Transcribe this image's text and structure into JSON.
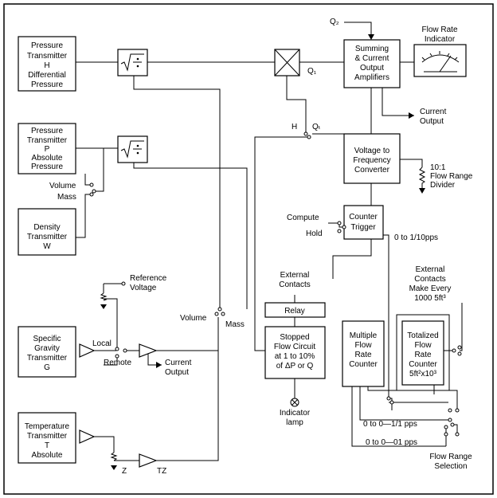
{
  "blocks": {
    "pressure_h": [
      "Pressure",
      "Transmitter",
      "H",
      "Differential",
      "Pressure"
    ],
    "pressure_p": [
      "Pressure",
      "Transmitter",
      "P",
      "Absolute",
      "Pressure"
    ],
    "density": [
      "Density",
      "Transmitter",
      "W"
    ],
    "specific_gravity": [
      "Specific",
      "Gravity",
      "Transmitter",
      "G"
    ],
    "temperature": [
      "Temperature",
      "Transmitter",
      "T",
      "Absolute"
    ],
    "summing": [
      "Summing",
      "& Current",
      "Output",
      "Amplifiers"
    ],
    "vtof": [
      "Voltage to",
      "Frequency",
      "Converter"
    ],
    "counter_trigger": [
      "Counter",
      "Trigger"
    ],
    "relay": "Relay",
    "stopped_flow": [
      "Stopped",
      "Flow Circuit",
      "at 1 to 10%",
      "of ΔP or Q"
    ],
    "multiple_flow": [
      "Multiple",
      "Flow",
      "Rate",
      "Counter"
    ],
    "totalized": [
      "Totalized",
      "Flow",
      "Rate",
      "Counter",
      "5ft²x10³"
    ]
  },
  "labels": {
    "q2": "Q₂",
    "q1": "Q₁",
    "flow_rate_indicator": [
      "Flow Rate",
      "Indicator"
    ],
    "current_output_top": [
      "Current",
      "Output"
    ],
    "h_qt": "H",
    "qt": "Qₜ",
    "flow_range_divider": [
      "10:1",
      "Flow Range",
      "Divider"
    ],
    "volume_mass_left": [
      "Volume",
      "Mass"
    ],
    "compute": "Compute",
    "hold": "Hold",
    "rate_0_1_10": "0 to 1/10pps",
    "external_contacts_left": [
      "External",
      "Contacts"
    ],
    "external_contacts_right": [
      "External",
      "Contacts",
      "Make Every",
      "1000 5ft³"
    ],
    "reference_voltage": [
      "Reference",
      "Voltage"
    ],
    "volume_mass_mid": [
      "Volume",
      "Mass"
    ],
    "local": "Local",
    "remote": "Remote",
    "current_output_bottom": [
      "Current",
      "Output"
    ],
    "indicator_lamp": [
      "Indicator",
      "lamp"
    ],
    "rate_0_1_1": "0 to 0—1/1 pps",
    "rate_0_01": "0 to 0—01 pps",
    "flow_range_selection": [
      "Flow Range",
      "Selection"
    ],
    "z": "Z",
    "tz": "TZ"
  }
}
